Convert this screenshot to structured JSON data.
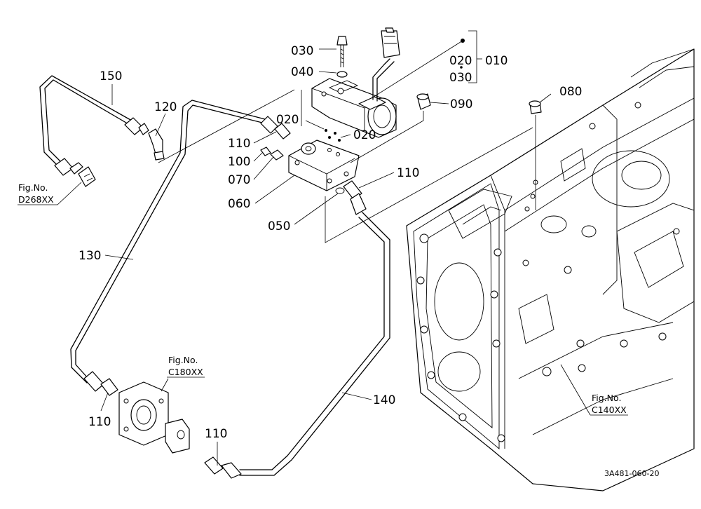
{
  "callouts": {
    "p010": "010",
    "p020a": "020",
    "p030a": "030",
    "p030b": "030",
    "p040": "040",
    "p020b": "020",
    "p020c": "020",
    "p050": "050",
    "p060": "060",
    "p070": "070",
    "p080": "080",
    "p090": "090",
    "p100": "100",
    "p110a": "110",
    "p110b": "110",
    "p110c": "110",
    "p110d": "110",
    "p120": "120",
    "p130": "130",
    "p140": "140",
    "p150": "150"
  },
  "figure_refs": {
    "d268": {
      "line1": "Fig.No.",
      "line2": "D268XX"
    },
    "c180": {
      "line1": "Fig.No.",
      "line2": "C180XX"
    },
    "c140": {
      "line1": "Fig.No.",
      "line2": "C140XX"
    }
  },
  "diagram_code": "3A481-060-20"
}
